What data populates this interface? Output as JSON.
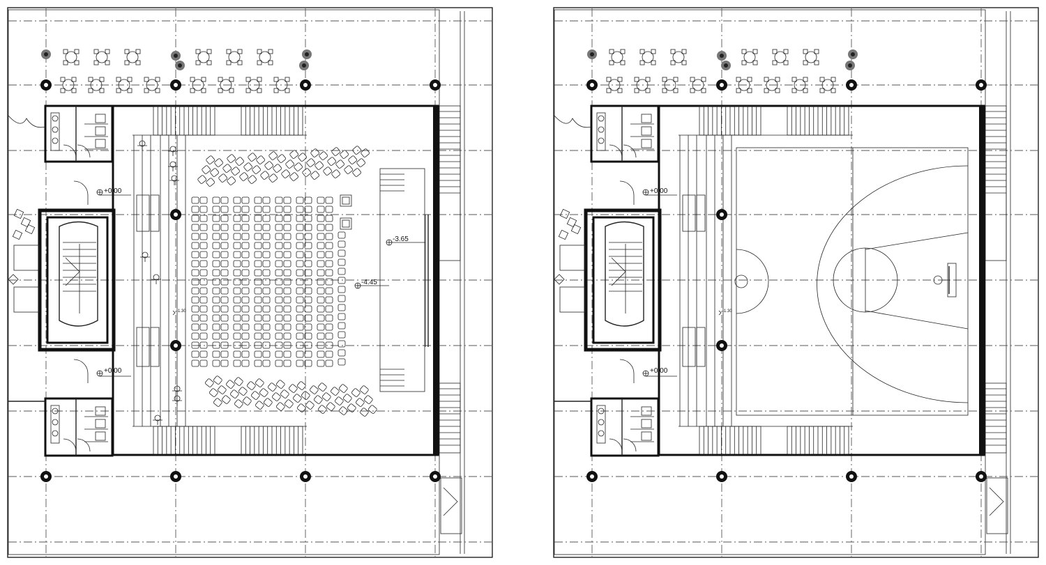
{
  "plans": [
    {
      "id": "auditorium",
      "levels": {
        "entry_upper": "+0.00",
        "entry_lower": "+0.00",
        "stage": "-3.65",
        "floor": "-4.45",
        "step": "-1.30"
      }
    },
    {
      "id": "gymnasium",
      "levels": {
        "entry_upper": "+0.00",
        "entry_lower": "+0.00",
        "step": "-1.30"
      }
    }
  ]
}
